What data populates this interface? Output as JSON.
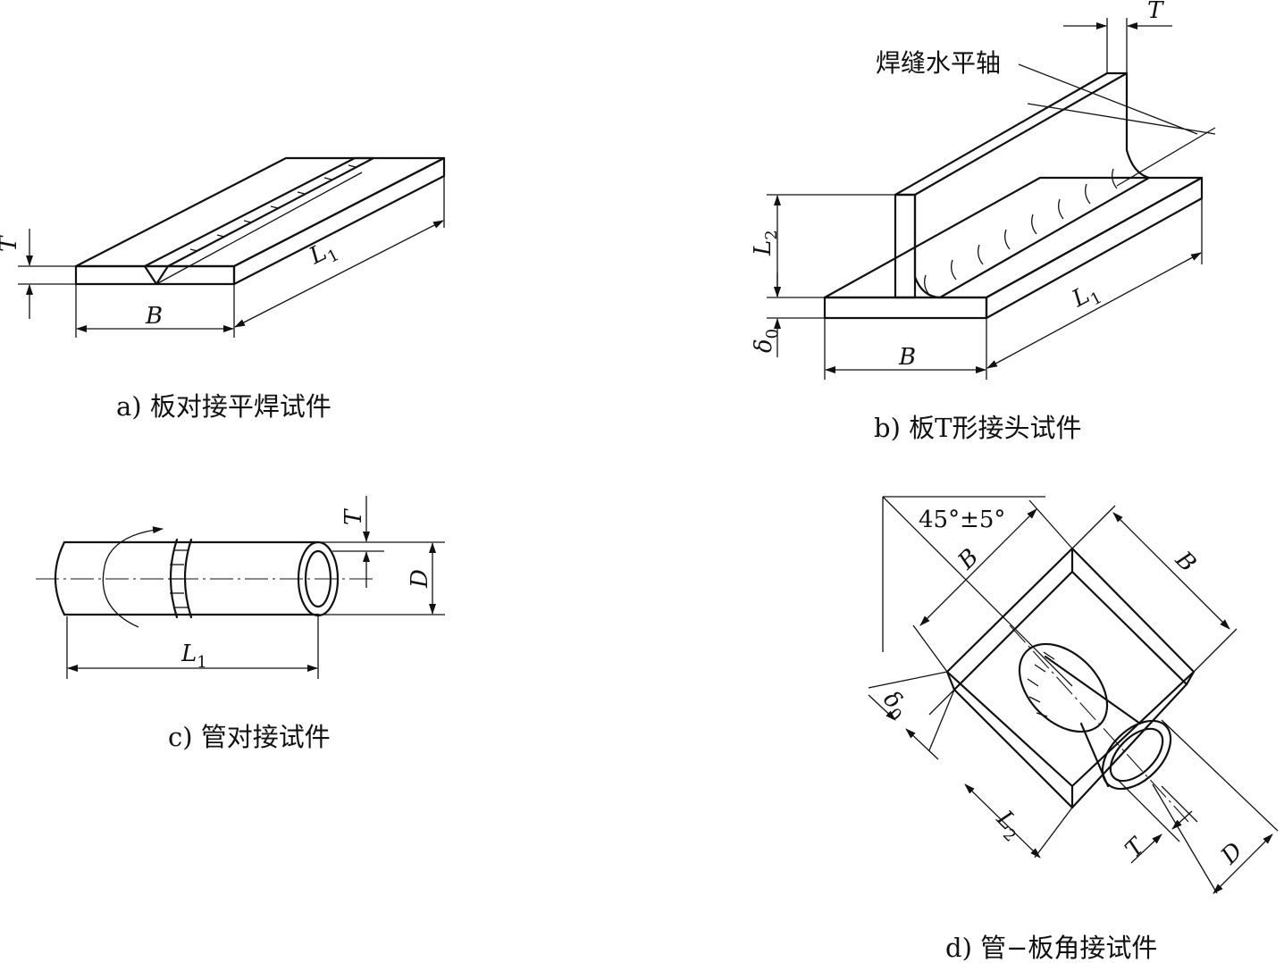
{
  "figures": {
    "a": {
      "caption": "a) 板对接平焊试件",
      "labels": {
        "thickness": "T",
        "width": "B",
        "length": "L",
        "length_sub": "1"
      }
    },
    "b": {
      "caption": "b) 板T形接头试件",
      "note": "焊缝水平轴",
      "labels": {
        "thickness": "T",
        "height": "L",
        "height_sub": "2",
        "plate_thickness": "δ",
        "plate_thickness_sub": "0",
        "width": "B",
        "length": "L",
        "length_sub": "1"
      }
    },
    "c": {
      "caption": "c) 管对接试件",
      "labels": {
        "thickness": "T",
        "diameter": "D",
        "length": "L",
        "length_sub": "1"
      }
    },
    "d": {
      "caption": "d) 管−板角接试件",
      "labels": {
        "angle": "45°±5°",
        "width_1": "B",
        "width_2": "B",
        "plate_thickness": "δ",
        "plate_thickness_sub": "0",
        "height": "L",
        "height_sub": "2",
        "thickness": "T",
        "diameter": "D"
      }
    }
  }
}
